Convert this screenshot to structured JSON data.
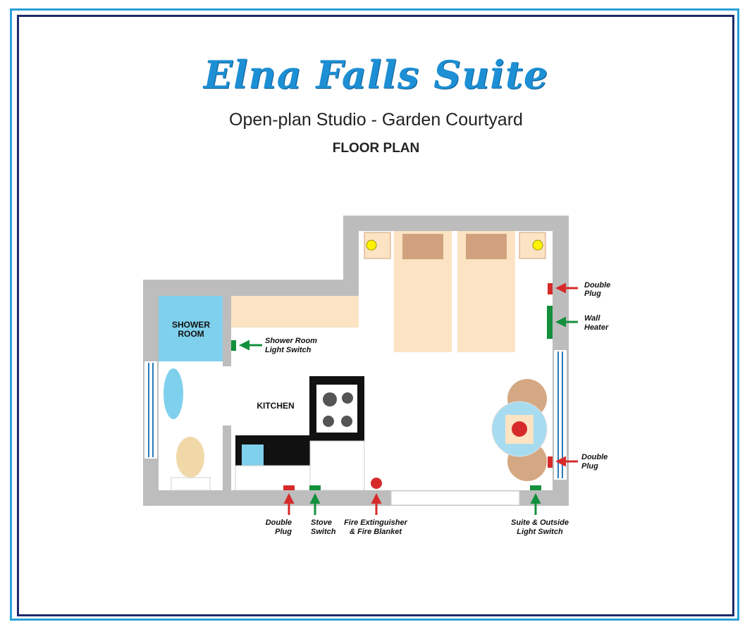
{
  "title": "Elna Falls Suite",
  "subtitle": "Open-plan Studio - Garden Courtyard",
  "heading": "FLOOR PLAN",
  "rooms": {
    "shower_room_line1": "SHOWER",
    "shower_room_line2": "ROOM",
    "kitchen": "KITCHEN"
  },
  "callouts": {
    "double_plug_top": [
      "Double",
      "Plug"
    ],
    "wall_heater": [
      "Wall",
      "Heater"
    ],
    "shower_switch": [
      "Shower Room",
      "Light Switch"
    ],
    "double_plug_right": [
      "Double",
      "Plug"
    ],
    "double_plug_bottom": [
      "Double",
      "Plug"
    ],
    "stove_switch": [
      "Stove",
      "Switch"
    ],
    "fire": [
      "Fire Extinguisher",
      "& Fire Blanket"
    ],
    "suite_switch": [
      "Suite & Outside",
      "Light Switch"
    ]
  },
  "colors": {
    "wall": "#bdbdbd",
    "shower": "#7fd0ec",
    "bed": "#fbe3c3",
    "pillow": "#d2a27e",
    "plug": "#d62a2a",
    "switch": "#12903c",
    "table": "#a7dcf0",
    "chair": "#d4a883"
  }
}
